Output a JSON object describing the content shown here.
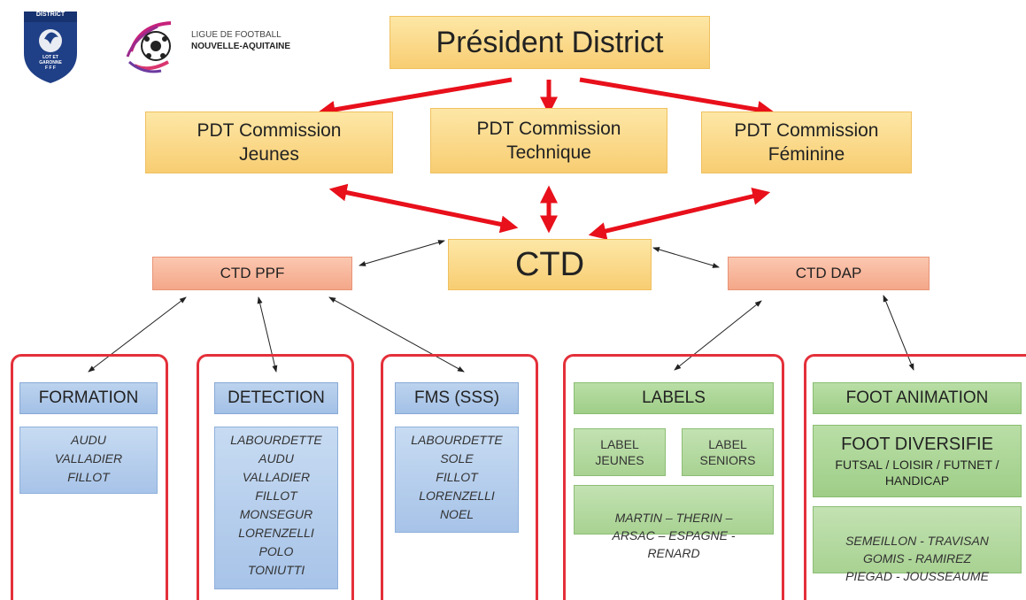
{
  "logos": {
    "district": {
      "top": "DISTRICT",
      "bottom": "LOT ET\nGARONNE\nF F F"
    },
    "ligue": {
      "line1": "LIGUE DE FOOTBALL",
      "line2": "NOUVELLE-AQUITAINE"
    }
  },
  "president": "Président District",
  "commissions": [
    "PDT Commission\nJeunes",
    "PDT Commission\nTechnique",
    "PDT Commission\nFéminine"
  ],
  "ctd": "CTD",
  "ctd_ppf": "CTD PPF",
  "ctd_dap": "CTD DAP",
  "formation": {
    "title": "FORMATION",
    "names": "AUDU\nVALLADIER\nFILLOT"
  },
  "detection": {
    "title": "DETECTION",
    "names": "LABOURDETTE\nAUDU\nVALLADIER\nFILLOT\nMONSEGUR\nLORENZELLI\nPOLO\nTONIUTTI"
  },
  "fms": {
    "title": "FMS (SSS)",
    "names": "LABOURDETTE\nSOLE\nFILLOT\nLORENZELLI\nNOEL"
  },
  "labels": {
    "title": "LABELS",
    "label_jeunes": "LABEL\nJEUNES",
    "label_seniors": "LABEL\nSENIORS",
    "names": "MARTIN – THERIN –\nARSAC – ESPAGNE -\nRENARD"
  },
  "foot_animation": {
    "title": "FOOT ANIMATION",
    "diversifie_title": "FOOT DIVERSIFIE",
    "diversifie_sub": "FUTSAL / LOISIR / FUTNET /\nHANDICAP",
    "names": "SEMEILLON - TRAVISAN\nGOMIS - RAMIREZ\nPIEGAD - JOUSSEAUME"
  },
  "colors": {
    "arrow_red": "#e8101b",
    "frame_red": "#e4303a",
    "yellow": "#f8cd72",
    "salmon": "#f4a789",
    "blue": "#a3c0e6",
    "green": "#9fce88"
  }
}
